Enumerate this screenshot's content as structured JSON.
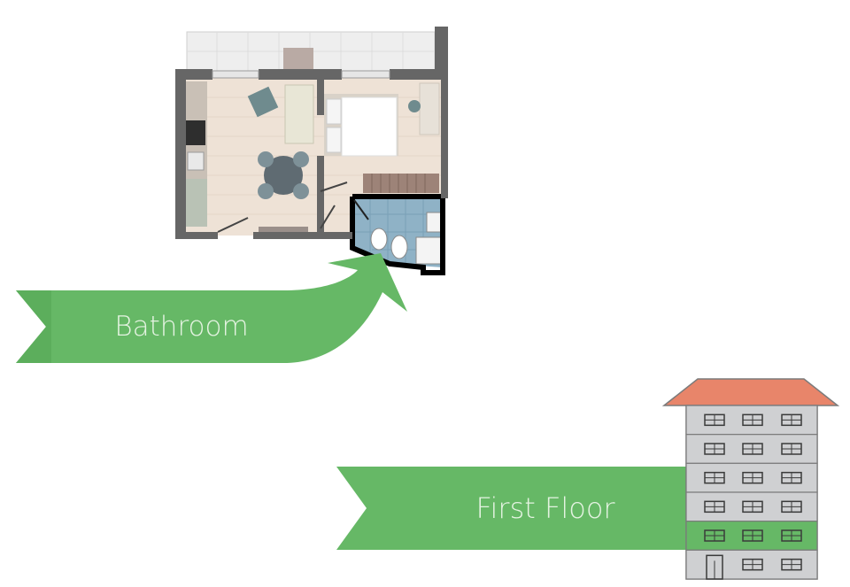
{
  "labels": {
    "bathroom": "Bathroom",
    "first_floor": "First Floor"
  },
  "colors": {
    "arrow_green": "#66b866",
    "label_text": "#e4f3e1",
    "roof": "#e8856a",
    "building_wall": "#cfd0d2",
    "highlight_floor": "#66b866",
    "bathroom_tile": "#8fb2c6",
    "wall": "#666666",
    "floor_wood": "#eee2d6"
  },
  "building": {
    "floors": 6,
    "highlighted_floor": 1,
    "icons": [
      "window-icon",
      "door-icon",
      "roof-icon"
    ]
  }
}
